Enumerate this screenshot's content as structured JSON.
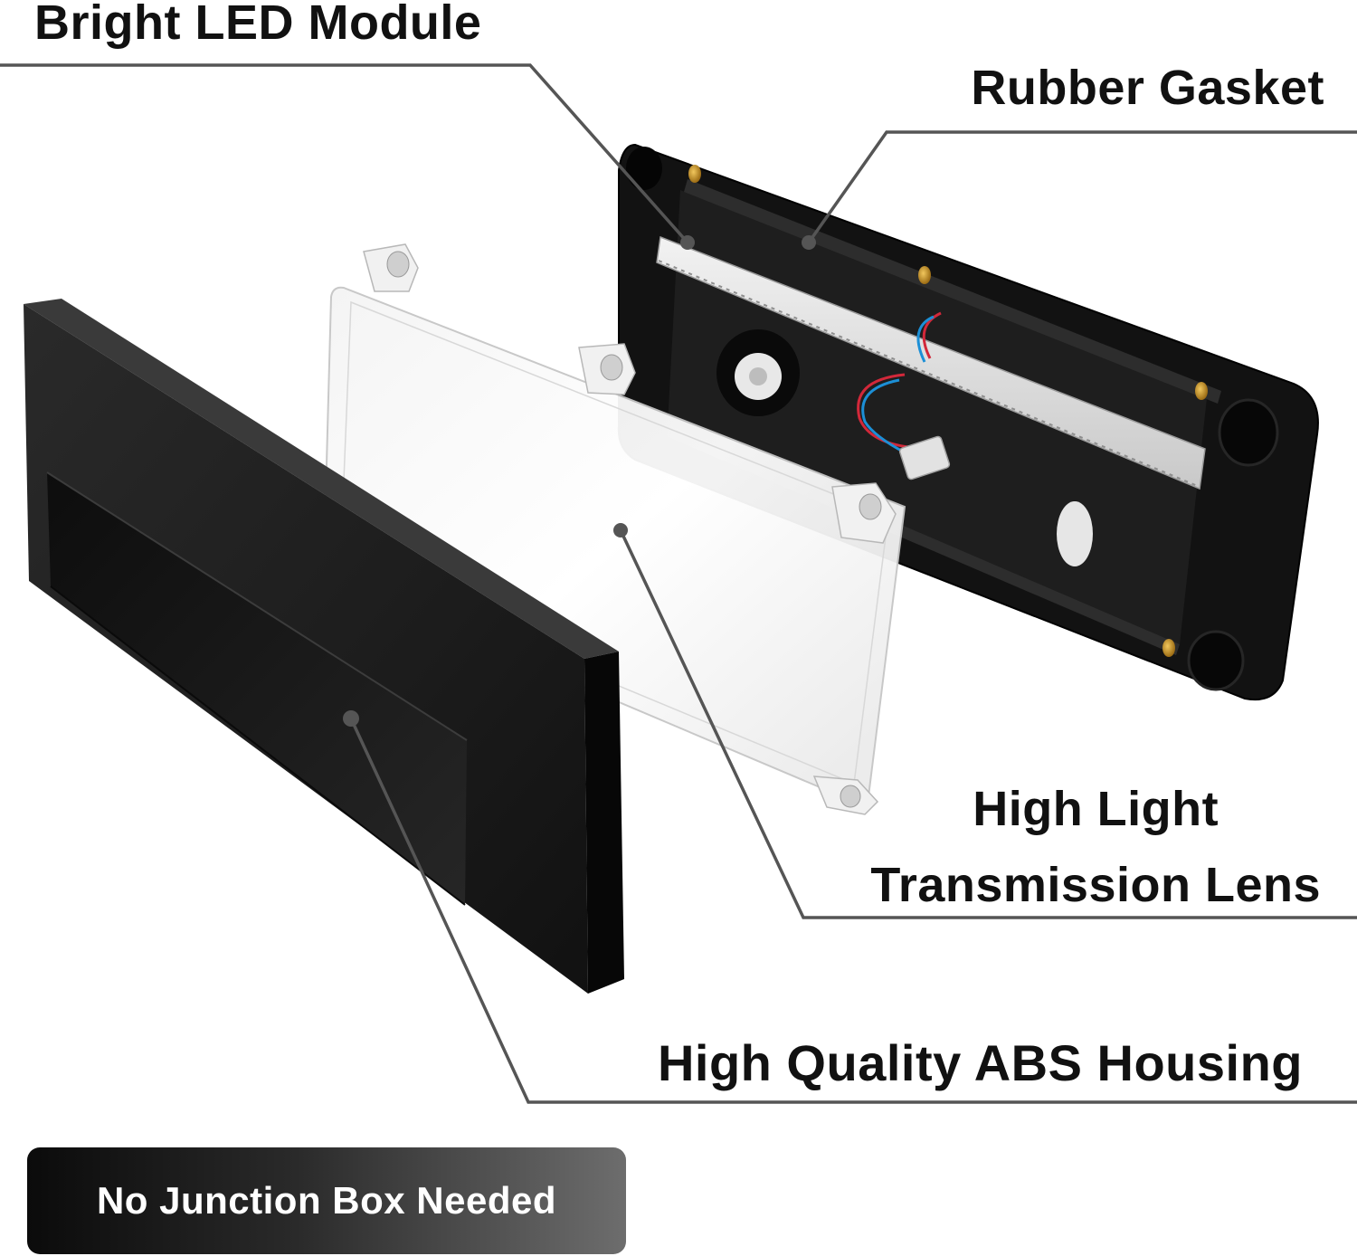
{
  "callouts": {
    "led_module": "Bright LED Module",
    "rubber_gasket": "Rubber Gasket",
    "lens_line1": "High Light",
    "lens_line2": "Transmission Lens",
    "housing": "High Quality ABS Housing"
  },
  "badge": {
    "text": "No Junction Box Needed"
  },
  "colors": {
    "text": "#111111",
    "leader_line": "#555555",
    "housing_black": "#141414",
    "brass_screw": "#c8962e",
    "wire_red": "#d2283a",
    "wire_blue": "#1c8fd6"
  },
  "parts": [
    {
      "name": "abs-housing-cover"
    },
    {
      "name": "transmission-lens"
    },
    {
      "name": "base-housing"
    },
    {
      "name": "led-strip"
    },
    {
      "name": "rubber-gasket"
    }
  ]
}
